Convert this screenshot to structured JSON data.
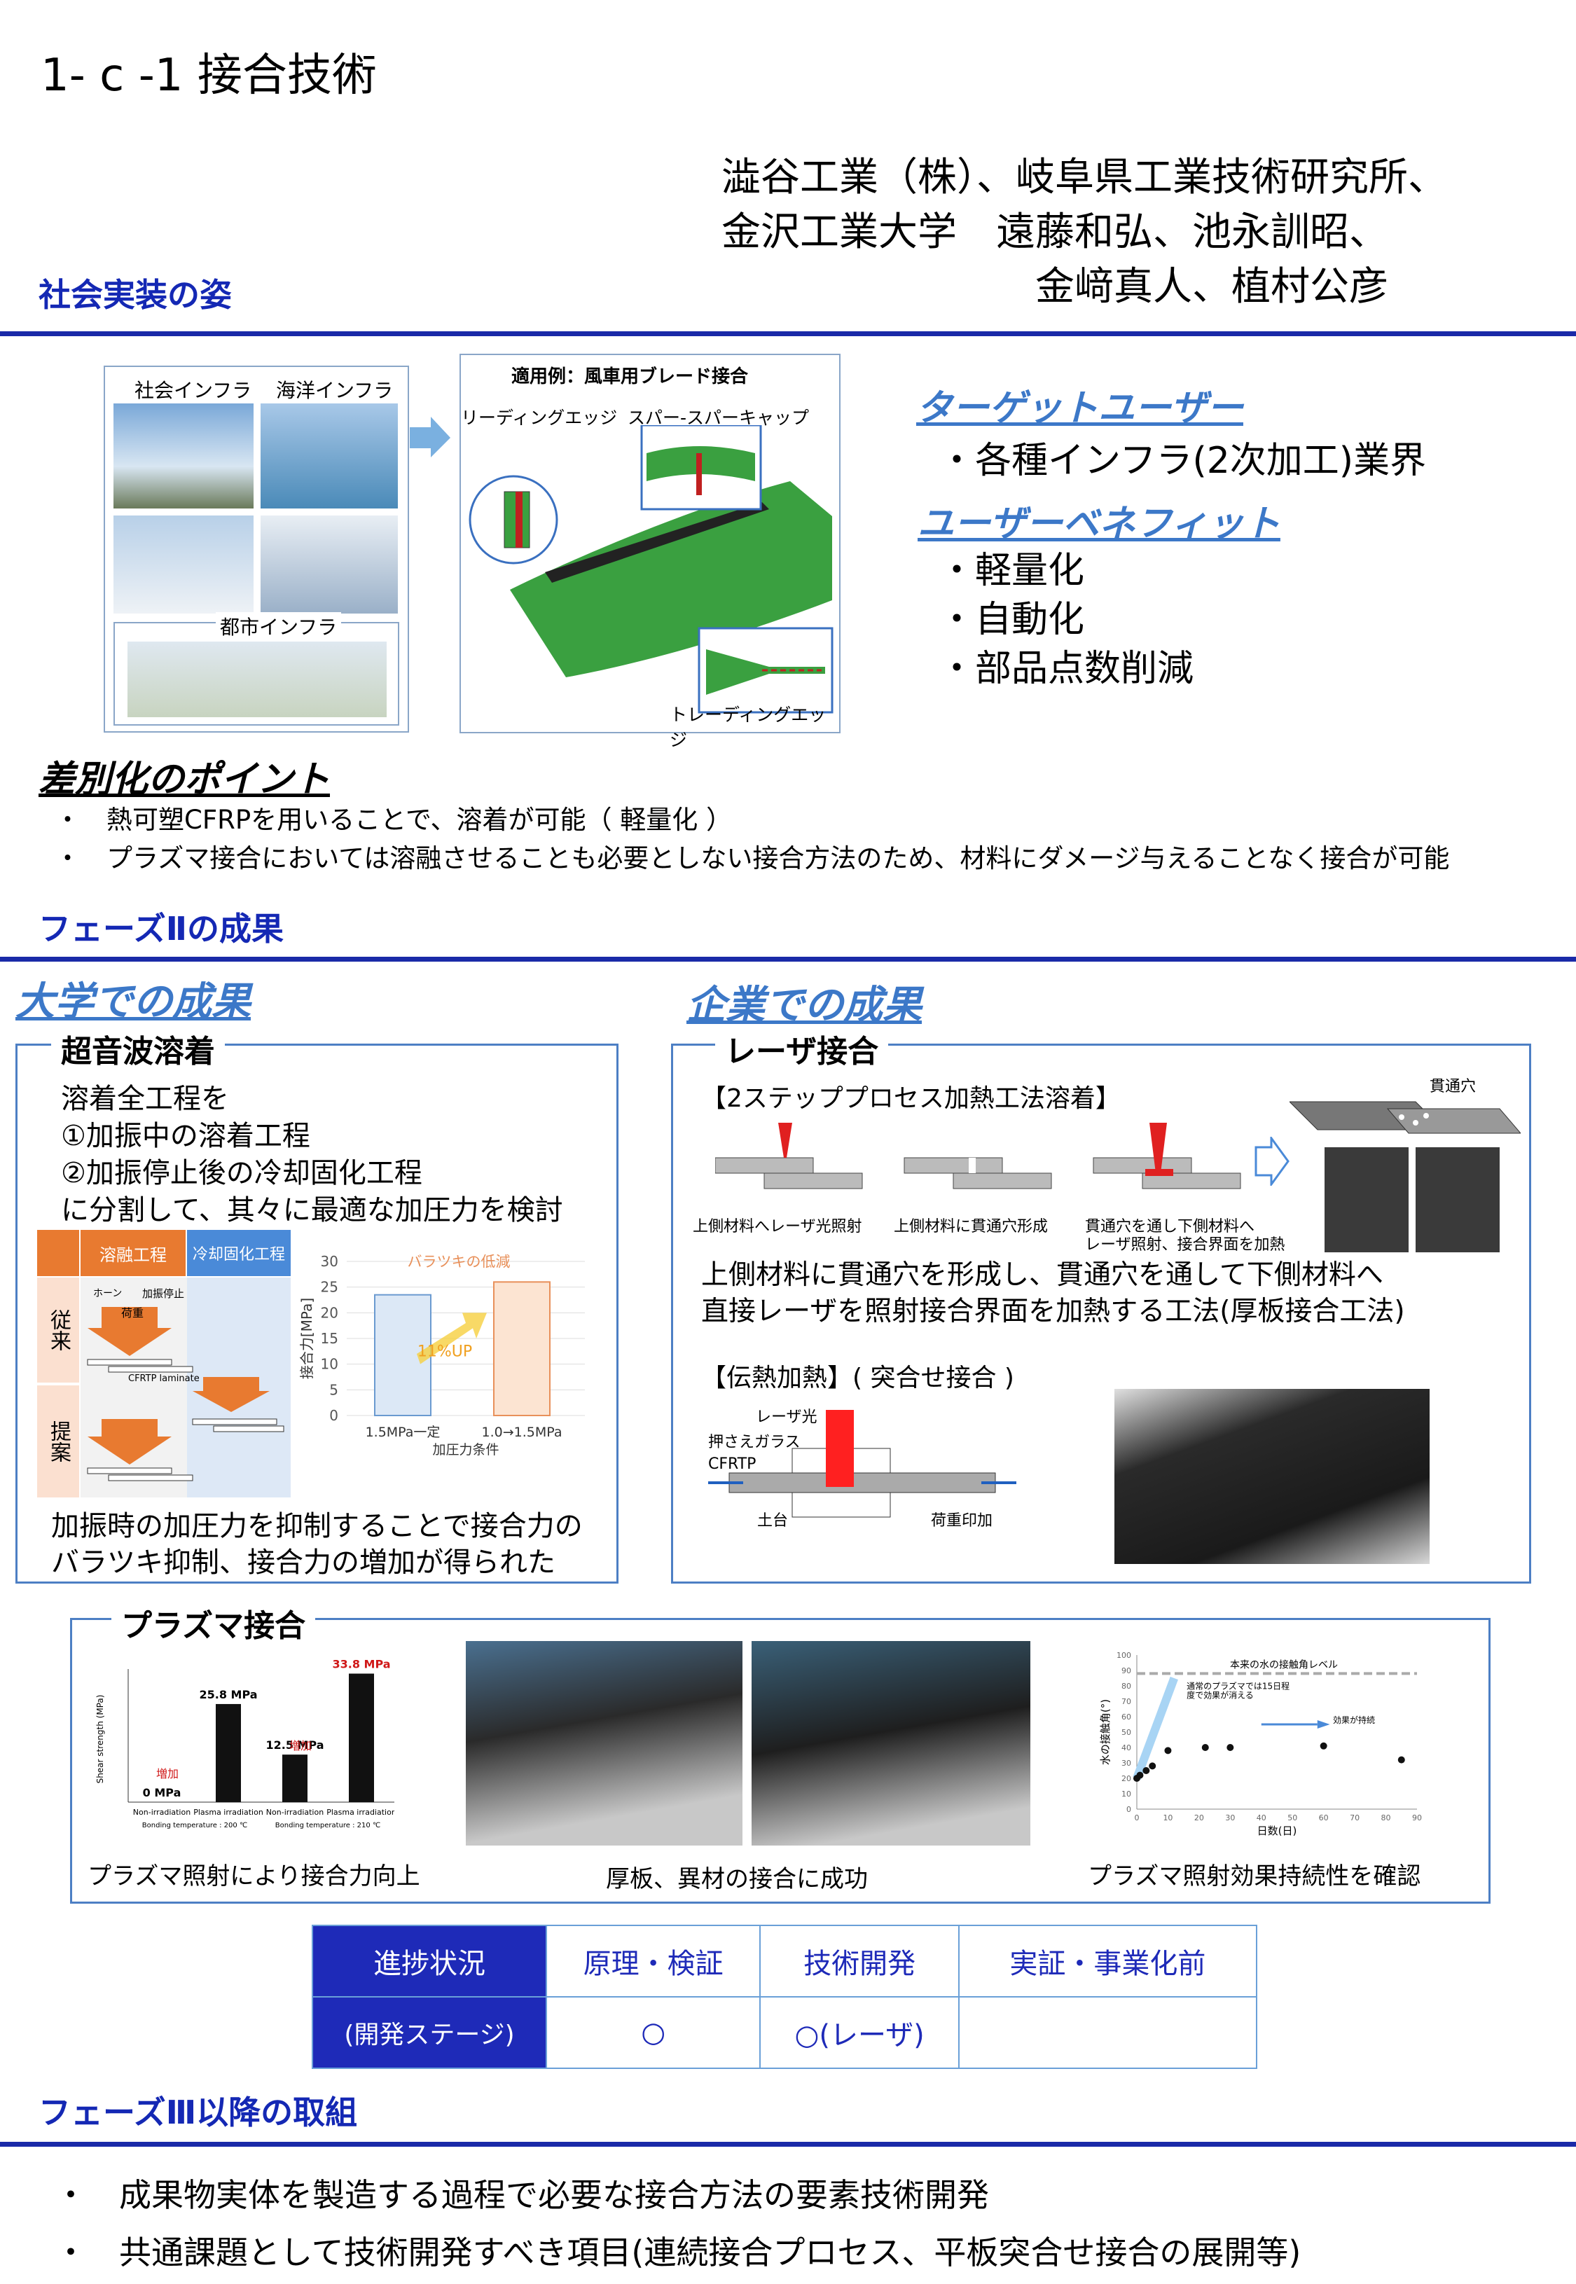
{
  "title": "1- c -1 接合技術",
  "authors": "澁谷工業（株）、岐阜県工業技術研究所、\n金沢工業大学　遠藤和弘、池永訓昭、\n　　　　　　　　金﨑真人、植村公彦",
  "sections": {
    "social": "社会実装の姿",
    "phase2": "フェーズⅡの成果",
    "phase3": "フェーズⅢ以降の取組"
  },
  "infra": {
    "social": "社会インフラ",
    "ocean": "海洋インフラ",
    "urban": "都市インフラ"
  },
  "blade": {
    "title": "適用例：風車用ブレード接合",
    "leading": "リーディングエッジ",
    "spar": "スパー-スパーキャップ",
    "trailing": "トレーディングエッジ"
  },
  "target": {
    "heading": "ターゲットユーザー",
    "item": "・各種インフラ(2次加工)業界",
    "benefit_heading": "ユーザーベネフィット",
    "benefits": [
      "・軽量化",
      "・自動化",
      "・部品点数削減"
    ]
  },
  "diff": {
    "heading": "差別化のポイント",
    "points": [
      "・　熱可塑CFRPを用いることで、溶着が可能（ 軽量化 ）",
      "・　プラズマ接合においては溶融させることも必要としない接合方法のため、材料にダメージ与えることなく接合が可能"
    ]
  },
  "univ": {
    "heading": "大学での成果",
    "box_title": "超音波溶着",
    "text": [
      "溶着全工程を",
      "①加振中の溶着工程",
      "②加振停止後の冷却固化工程",
      "に分割して、其々に最適な加圧力を検討"
    ],
    "table_header": [
      "溶融工程",
      "冷却固化工程"
    ],
    "row_labels": [
      "従来",
      "提案"
    ],
    "diagram_labels": [
      "加振停止",
      "荷重",
      "ホーン",
      "CFRTP laminate"
    ],
    "result": [
      "加振時の加圧力を抑制することで接合力の",
      "バラツキ抑制、接合力の増加が得られた"
    ]
  },
  "corp": {
    "heading": "企業での成果",
    "box_title": "レーザ接合",
    "process_title": "【2ステッププロセス加熱工法溶着】",
    "steps": [
      "上側材料へレーザ光照射",
      "上側材料に貫通穴形成",
      "貫通穴を通し下側材料へ",
      "レーザ照射、接合界面を加熱"
    ],
    "hole_label": "貫通穴",
    "desc": [
      "上側材料に貫通穴を形成し、貫通穴を通して下側材料へ",
      "直接レーザを照射接合界面を加熱する工法(厚板接合工法)"
    ],
    "conduction_title": "【伝熱加熱】( 突合せ接合 )",
    "conduction_labels": [
      "レーザ光",
      "押さえガラス",
      "CFRTP",
      "土台",
      "荷重印加"
    ]
  },
  "plasma": {
    "box_title": "プラズマ接合",
    "captions": [
      "プラズマ照射により接合力向上",
      "厚板、異材の接合に成功",
      "プラズマ照射効果持続性を確認"
    ],
    "bar_labels": [
      "0 MPa",
      "25.8 MPa",
      "12.5 MPa",
      "33.8 MPa"
    ],
    "bar_annot": "増加",
    "bar_ylabel": "Shear strength (MPa)",
    "bar_cats": [
      "Non-irradiation",
      "Plasma irradiation",
      "Non-irradiation",
      "Plasma irradiation"
    ],
    "bar_temps": [
      "Bonding temperature : 200 ℃",
      "Bonding temperature : 210 ℃"
    ],
    "angle_title": "本来の水の接触角レベル",
    "angle_note1": "通常のプラズマでは15日程",
    "angle_note2": "度で効果が消える",
    "angle_effect": "効果が持続",
    "angle_xlabel": "日数(日)",
    "angle_ylabel": "水の接触角(°)"
  },
  "chart_data": [
    {
      "type": "bar",
      "title": "バラツキの低減",
      "categories": [
        "1.5MPa一定",
        "1.0→1.5MPa"
      ],
      "values": [
        23.5,
        26
      ],
      "xlabel": "加圧力条件",
      "ylabel": "接合力[MPa]",
      "ylim": [
        0,
        30
      ],
      "yticks": [
        "0",
        "5",
        "10",
        "15",
        "20",
        "25",
        "30"
      ],
      "annotation": "11%UP"
    },
    {
      "type": "bar",
      "categories": [
        "Non-irradiation",
        "Plasma irradiation",
        "Non-irradiation",
        "Plasma irradiation"
      ],
      "values": [
        0,
        25.8,
        12.5,
        33.8
      ],
      "ylabel": "Shear strength (MPa)",
      "ylim": [
        0,
        35
      ]
    },
    {
      "type": "scatter",
      "x": [
        0,
        1,
        3,
        5,
        10,
        22,
        30,
        60,
        85
      ],
      "y": [
        20,
        22,
        25,
        28,
        38,
        40,
        40,
        41,
        32
      ],
      "reference_level": 88,
      "xlabel": "日数(日)",
      "ylabel": "水の接触角(°)",
      "xlim": [
        0,
        90
      ],
      "ylim": [
        0,
        100
      ]
    }
  ],
  "progress": {
    "header": [
      "進捗状況",
      "原理・検証",
      "技術開発",
      "実証・事業化前"
    ],
    "row": [
      "(開発ステージ)",
      "○",
      "○(レーザ)",
      ""
    ]
  },
  "phase3": {
    "items": [
      "・　成果物実体を製造する過程で必要な接合方法の要素技術開発",
      "・　共通課題として技術開発すべき項目(連続接合プロセス、平板突合せ接合の展開等)"
    ]
  }
}
